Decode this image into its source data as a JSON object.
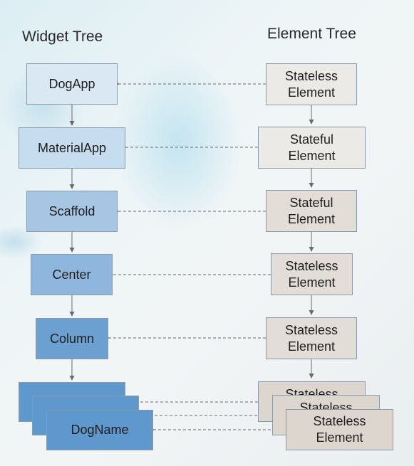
{
  "headers": {
    "widget_tree": "Widget Tree",
    "element_tree": "Element Tree"
  },
  "widgets": [
    {
      "label": "DogApp"
    },
    {
      "label": "MaterialApp"
    },
    {
      "label": "Scaffold"
    },
    {
      "label": "Center"
    },
    {
      "label": "Column"
    },
    {
      "label": ""
    },
    {
      "label": ""
    },
    {
      "label": "DogName"
    }
  ],
  "elements": [
    {
      "label": "Stateless\nElement"
    },
    {
      "label": "Stateful\nElement"
    },
    {
      "label": "Stateful\nElement"
    },
    {
      "label": "Stateless\nElement"
    },
    {
      "label": "Stateless\nElement"
    },
    {
      "label": "Stateless"
    },
    {
      "label": "Stateless"
    },
    {
      "label": "Stateless\nElement"
    }
  ]
}
